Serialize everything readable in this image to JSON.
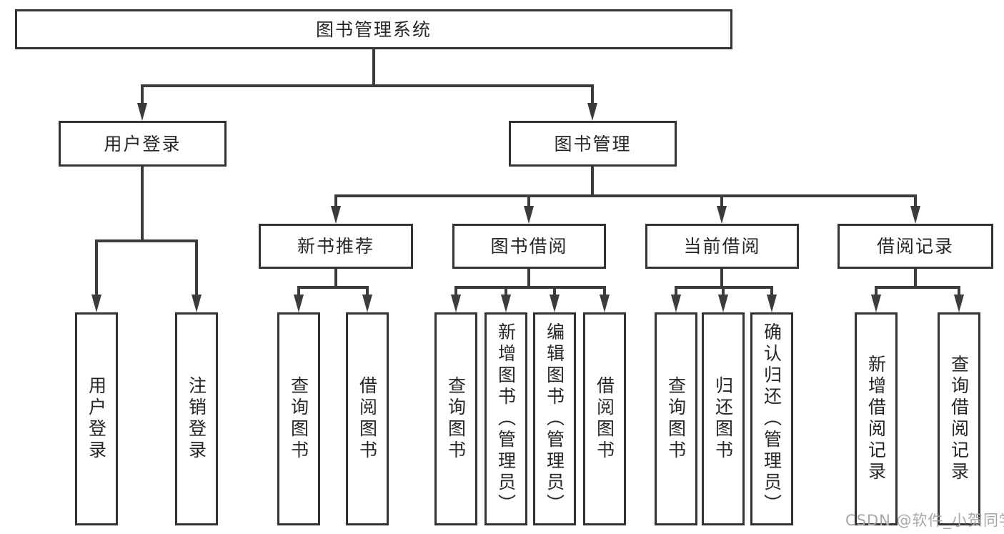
{
  "diagram": {
    "type": "hierarchy-tree",
    "root": {
      "label": "图书管理系统"
    },
    "level2": [
      {
        "label": "用户登录"
      },
      {
        "label": "图书管理"
      }
    ],
    "level3": [
      {
        "label": "新书推荐"
      },
      {
        "label": "图书借阅"
      },
      {
        "label": "当前借阅"
      },
      {
        "label": "借阅记录"
      }
    ],
    "leaf_groups": [
      {
        "parent": "用户登录",
        "items": [
          "用户登录",
          "注销登录"
        ]
      },
      {
        "parent": "新书推荐",
        "items": [
          "查询图书",
          "借阅图书"
        ]
      },
      {
        "parent": "图书借阅",
        "items": [
          "查询图书",
          "新增图书（管理员）",
          "编辑图书（管理员）",
          "借阅图书"
        ]
      },
      {
        "parent": "当前借阅",
        "items": [
          "查询图书",
          "归还图书",
          "确认归还（管理员）"
        ]
      },
      {
        "parent": "借阅记录",
        "items": [
          "新增借阅记录",
          "查询借阅记录"
        ]
      }
    ]
  },
  "watermark": "CSDN @软件_小贺同学",
  "colors": {
    "line": "#3b3b3b",
    "box_border": "#333333",
    "text": "#262626",
    "watermark": "#a8a8a8",
    "background": "#ffffff"
  }
}
